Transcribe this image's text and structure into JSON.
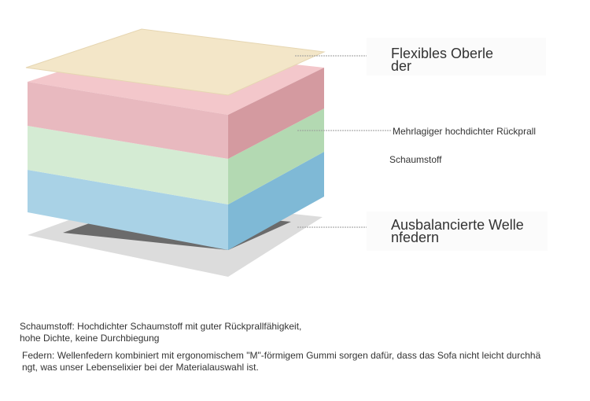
{
  "labels": {
    "top": {
      "lines": "Flexibles Oberle\nder"
    },
    "middle_a": "Mehrlagiger hochdichter Rückprall",
    "middle_b": "Schaumstoff",
    "bottom": {
      "lines": "Ausbalancierte Welle\nnfedern"
    }
  },
  "descriptions": {
    "foam": "Schaumstoff: Hochdichter Schaumstoff mit guter Rückprallfähigkeit,\nhohe Dichte, keine Durchbiegung",
    "springs": "Federn: Wellenfedern kombiniert mit ergonomischem \"M\"-förmigem Gummi sorgen dafür, dass das Sofa nicht leicht durchhä\nngt, was unser Lebenselixier bei der Materialauswahl ist."
  },
  "colors": {
    "cover_top": "#f3e6c8",
    "pink_front": "#e8b9bf",
    "pink_side": "#d49aa0",
    "pink_top": "#f3c7cb",
    "green_front": "#d4ebd3",
    "green_side": "#b3d9b2",
    "blue_front": "#a9d2e6",
    "blue_side": "#7fb9d6",
    "base_outer": "#dcdcdc",
    "base_inner": "#6b6b6b"
  }
}
